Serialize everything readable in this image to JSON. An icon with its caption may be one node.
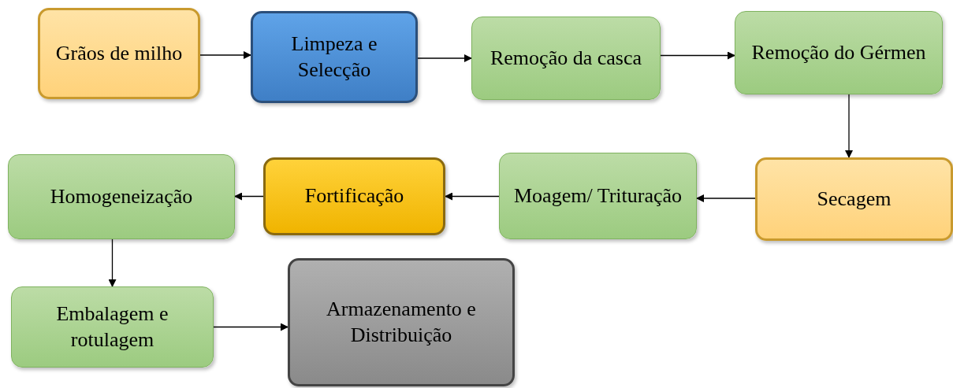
{
  "diagram": {
    "nodes": [
      {
        "text": [
          "Grãos de milho"
        ]
      },
      {
        "text": [
          "Limpeza e Selecção"
        ]
      },
      {
        "text": [
          "Remoção da casca"
        ]
      },
      {
        "text": [
          "Remoção do Gérmen"
        ]
      },
      {
        "text": [
          "Secagem"
        ]
      },
      {
        "text": [
          "Moagem/ Trituração"
        ]
      },
      {
        "text": [
          "Fortificação"
        ]
      },
      {
        "text": [
          "Homogeneização"
        ]
      },
      {
        "text": [
          "Embalagem e rotulagem"
        ]
      },
      {
        "text": [
          "Armazenamento e Distribuição"
        ]
      }
    ],
    "edges": [
      {
        "from": 0,
        "to": 1,
        "arrow": "to"
      },
      {
        "from": 1,
        "to": 2,
        "arrow": "to"
      },
      {
        "from": 2,
        "to": 3,
        "arrow": "to"
      },
      {
        "from": 3,
        "to": 4,
        "arrow": "to"
      },
      {
        "from": 4,
        "to": 5,
        "arrow": "to"
      },
      {
        "from": 5,
        "to": 6,
        "arrow": "to"
      },
      {
        "from": 6,
        "to": 7,
        "arrow": "to"
      },
      {
        "from": 7,
        "to": 8,
        "arrow": "to"
      },
      {
        "from": 8,
        "to": 9,
        "arrow": "to"
      }
    ]
  }
}
